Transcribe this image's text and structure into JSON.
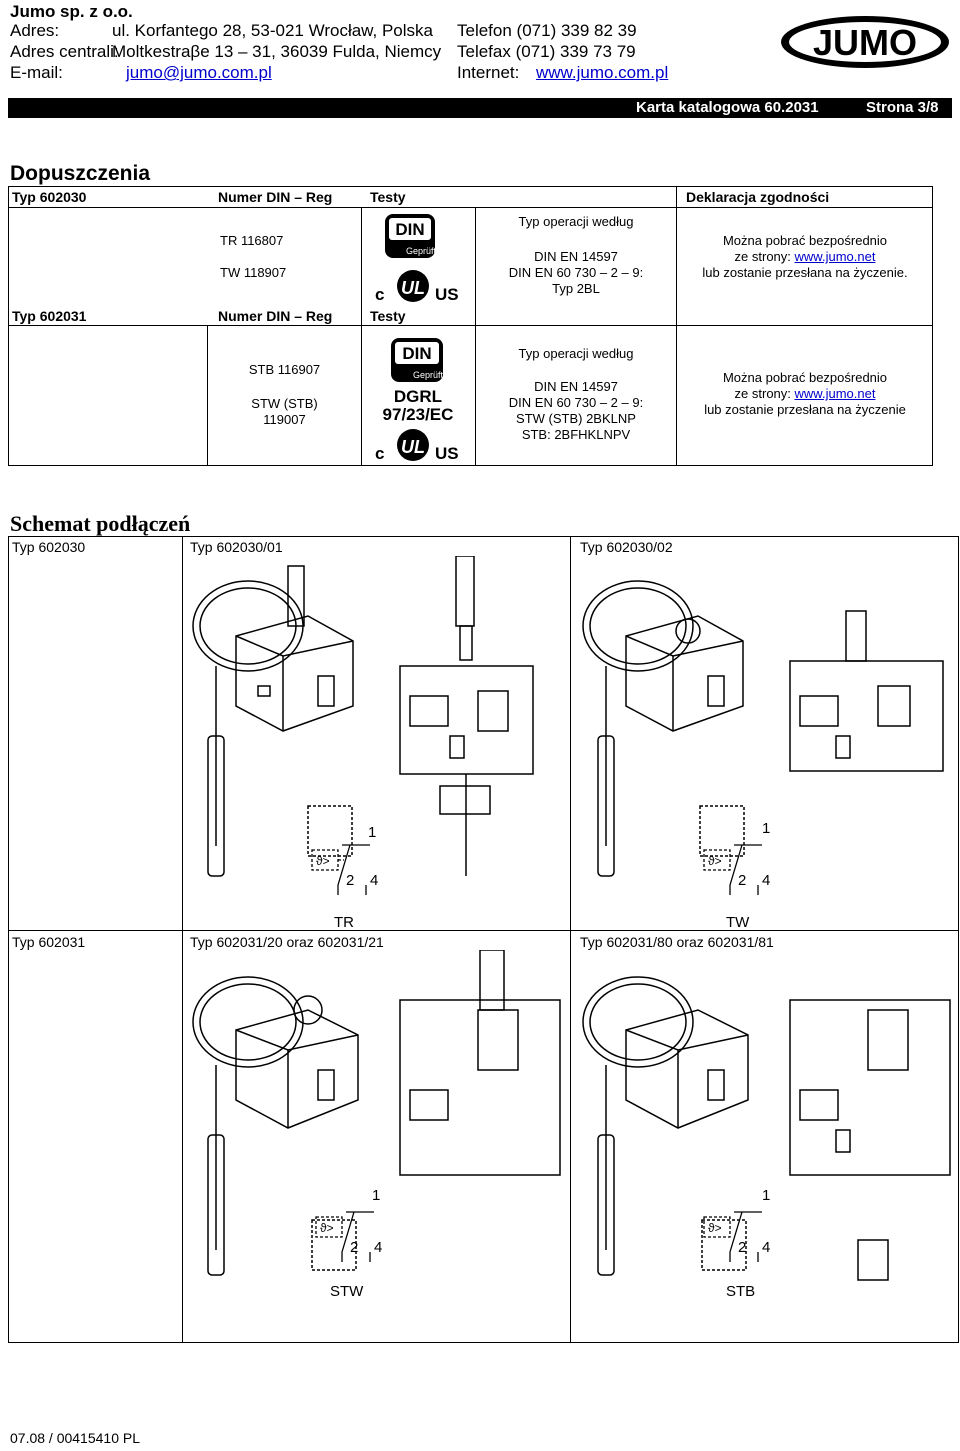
{
  "header": {
    "company": "Jumo sp. z o.o.",
    "address_label": "Adres:",
    "address_value": "ul. Korfantego 28, 53-021 Wrocław, Polska",
    "phone": "Telefon (071) 339 82 39",
    "hq_label": "Adres centrali:",
    "hq_value": "Moltkestraβe 13 – 31, 36039 Fulda, Niemcy",
    "fax": "Telefax (071) 339 73 79",
    "email_label": "E-mail:",
    "email_value": "jumo@jumo.com.pl",
    "internet_label": "Internet:",
    "internet_value": "www.jumo.com.pl",
    "logo_text": "JUMO",
    "catalog": "Karta katalogowa 60.2031",
    "page": "Strona 3/8"
  },
  "approvals": {
    "title": "Dopuszczenia",
    "col_din": "Numer DIN – Reg",
    "col_tests": "Testy",
    "col_decl": "Deklaracja zgodności",
    "row1": {
      "type": "Typ 602030",
      "din1": "TR 116807",
      "din2": "TW 118907",
      "op_line1": "Typ operacji według",
      "op_line2": "DIN EN 14597",
      "op_line3": "DIN EN 60 730 – 2 – 9:",
      "op_line4": "Typ 2BL",
      "decl_line1": "Można pobrać bezpośrednio",
      "decl_line2_prefix": "ze strony: ",
      "decl_link": "www.jumo.net",
      "decl_line3": "lub zostanie przesłana na życzenie."
    },
    "row2": {
      "type": "Typ 602031",
      "col_din": "Numer DIN – Reg",
      "col_tests": "Testy",
      "din1": "STB 116907",
      "din2": "STW (STB)",
      "din3": "119007",
      "op_line1": "Typ operacji według",
      "op_line2": "DIN EN 14597",
      "op_line3": "DIN EN 60 730 – 2 – 9:",
      "op_line4": "STW (STB) 2BKLNP",
      "op_line5": "STB: 2BFHKLNPV",
      "decl_line1": "Można pobrać bezpośrednio",
      "decl_line2_prefix": "ze strony: ",
      "decl_link": "www.jumo.net",
      "decl_line3": "lub zostanie przesłana na życzenie"
    },
    "logos": {
      "din_text": "DIN",
      "din_sub": "Geprüft",
      "ul_left": "c",
      "ul_mid": "UL",
      "ul_right": "US",
      "dgrl1": "DGRL",
      "dgrl2": "97/23/EC"
    }
  },
  "wiring": {
    "title": "Schemat podłączeń",
    "row1": {
      "type": "Typ 602030",
      "fig1": "Typ 602030/01",
      "fig2": "Typ 602030/02",
      "sym1": "TR",
      "sym2": "TW"
    },
    "row2": {
      "type": "Typ 602031",
      "fig1": "Typ 602031/20 oraz 602031/21",
      "fig2": "Typ 602031/80 oraz 602031/81",
      "sym1": "STW",
      "sym2": "STB"
    },
    "term1": "1",
    "term2": "2",
    "term4": "4",
    "theta": "ϑ>"
  },
  "footer": {
    "code": "07.08 / 00415410 PL"
  }
}
